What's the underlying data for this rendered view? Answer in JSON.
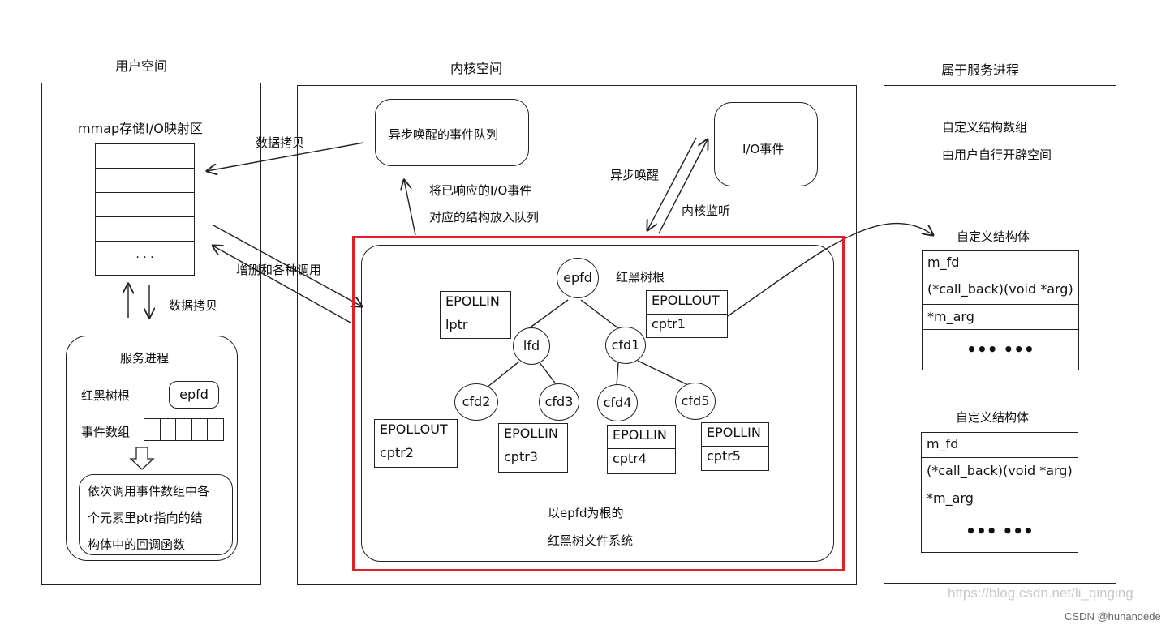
{
  "user_space": {
    "title": "用户空间",
    "mmap_label": "mmap存储I/O映射区",
    "mmap_last_row": "· · ·",
    "copy_label": "数据拷贝",
    "service_process": {
      "title": "服务进程",
      "tree_root_label": "红黑树根",
      "epfd": "epfd",
      "event_array_label": "事件数组",
      "desc_line1": "依次调用事件数组中各",
      "desc_line2": "个元素里ptr指向的结",
      "desc_line3": "构体中的回调函数"
    }
  },
  "kernel_space": {
    "title": "内核空间",
    "queue_label": "异步唤醒的事件队列",
    "io_event_label": "I/O事件",
    "copy_label": "数据拷贝",
    "put_queue_line1": "将已响应的I/O事件",
    "put_queue_line2": "对应的结构放入队列",
    "async_wake": "异步唤醒",
    "kernel_listen": "内核监听",
    "add_del_calls": "增删和各种调用",
    "tree": {
      "root": "epfd",
      "root_label": "红黑树根",
      "nodes": [
        "lfd",
        "cfd1",
        "cfd2",
        "cfd3",
        "cfd4",
        "cfd5"
      ],
      "events": [
        {
          "event": "EPOLLIN",
          "ptr": "lptr"
        },
        {
          "event": "EPOLLOUT",
          "ptr": "cptr1"
        },
        {
          "event": "EPOLLOUT",
          "ptr": "cptr2"
        },
        {
          "event": "EPOLLIN",
          "ptr": "cptr3"
        },
        {
          "event": "EPOLLIN",
          "ptr": "cptr4"
        },
        {
          "event": "EPOLLIN",
          "ptr": "cptr5"
        }
      ],
      "caption_line1": "以epfd为根的",
      "caption_line2": "红黑树文件系统"
    },
    "highlight_color": "#e0202a"
  },
  "service_side": {
    "title": "属于服务进程",
    "array_line1": "自定义结构数组",
    "array_line2": "由用户自行开辟空间",
    "structs": [
      {
        "title": "自定义结构体",
        "fields": [
          "m_fd",
          "(*call_back)(void *arg)",
          "*m_arg"
        ],
        "dots": "••• •••"
      },
      {
        "title": "自定义结构体",
        "fields": [
          "m_fd",
          "(*call_back)(void *arg)",
          "*m_arg"
        ],
        "dots": "••• •••"
      }
    ]
  },
  "watermark": "https://blog.csdn.net/li_qinging",
  "credit": "CSDN @hunandede"
}
